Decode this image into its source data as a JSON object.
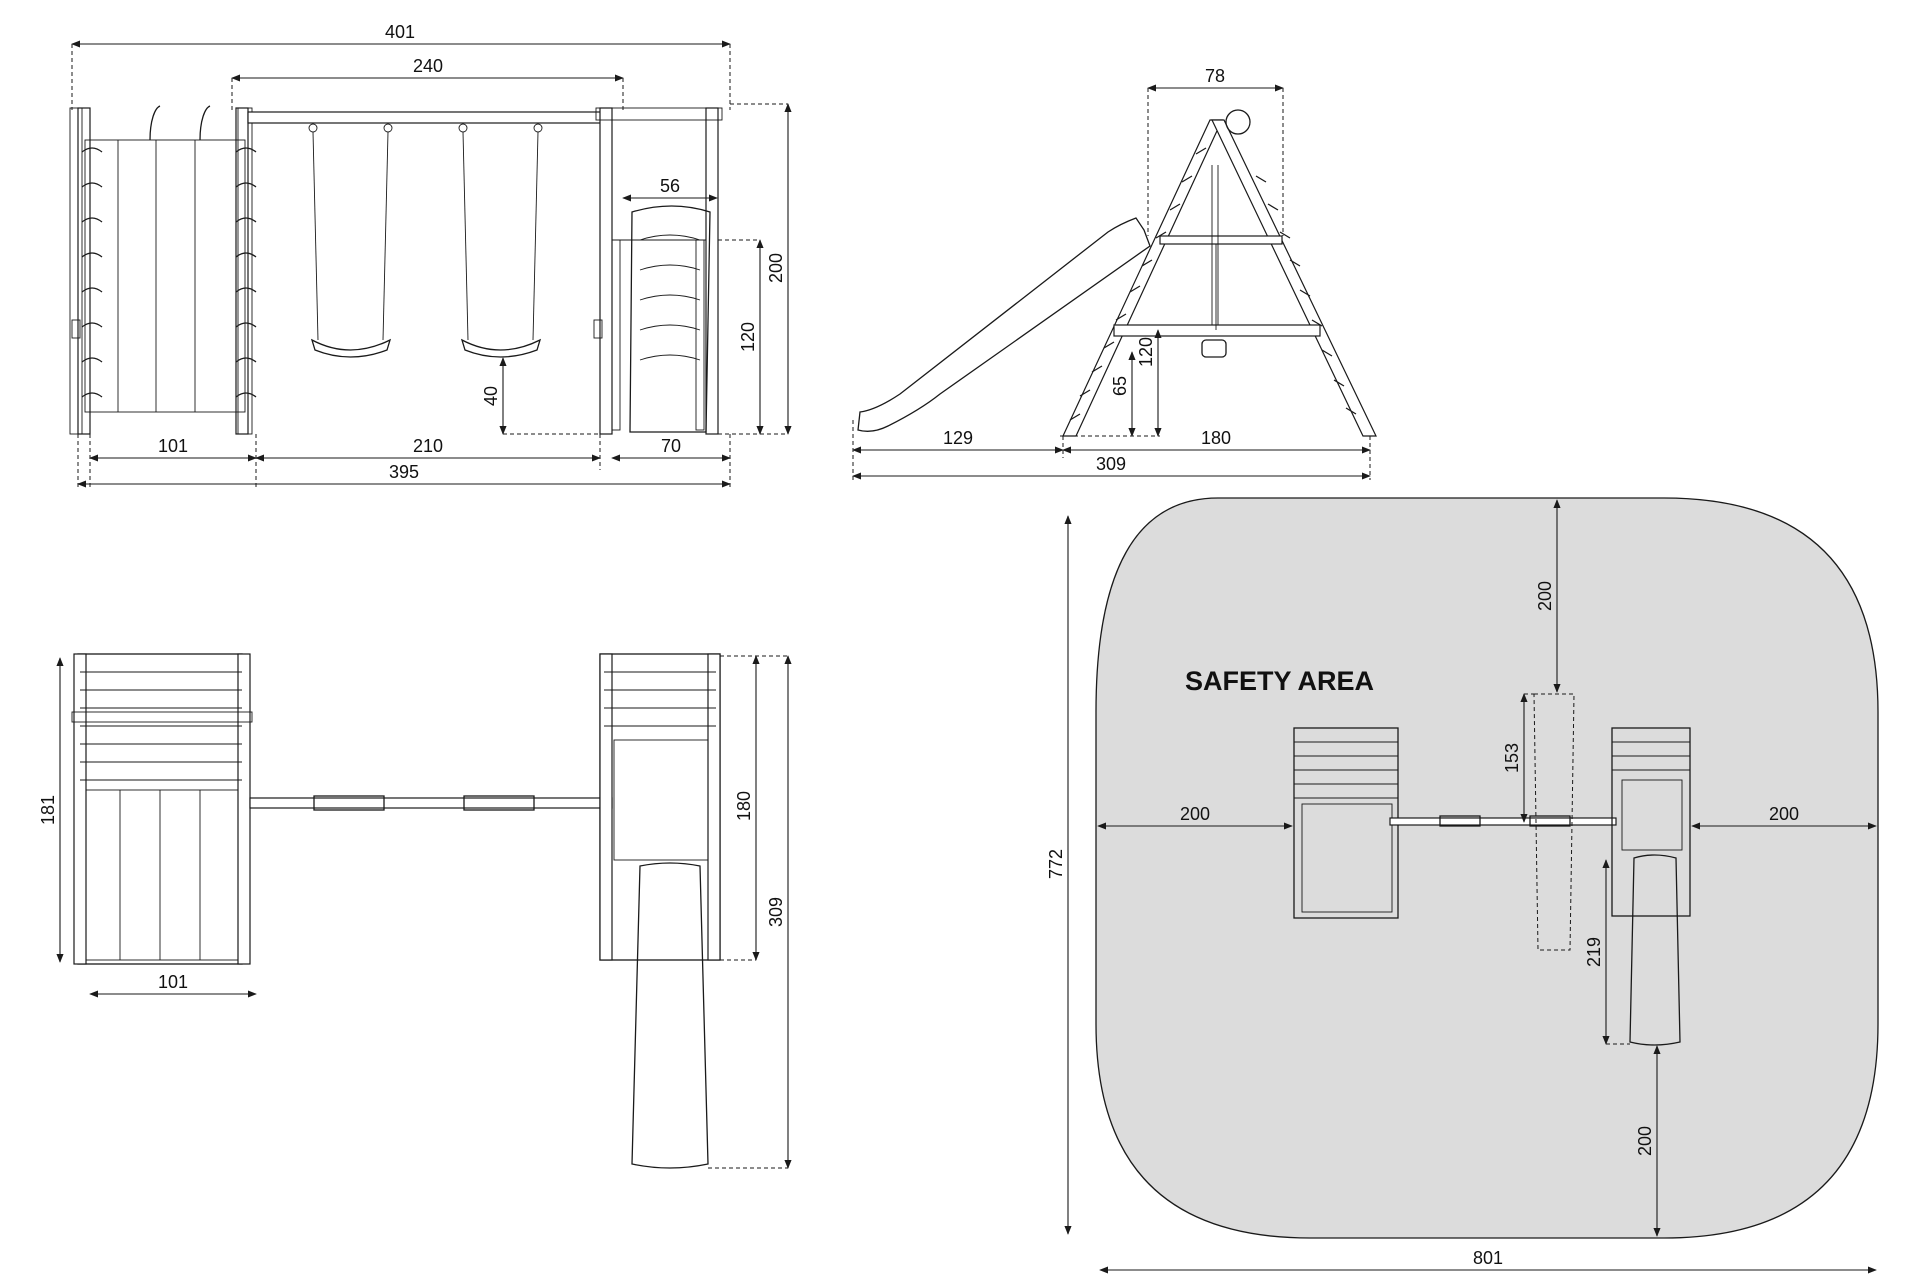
{
  "colors": {
    "line": "#1a1a1a",
    "safety_area_fill": "#dcdcdc",
    "background": "#ffffff"
  },
  "front_view": {
    "dims": {
      "overall_top": "401",
      "beam": "240",
      "slide_width": "56",
      "height_total": "200",
      "platform_height": "120",
      "seat_height": "40",
      "climb_width": "101",
      "swing_span": "210",
      "slide_base": "70",
      "overall_bottom": "395"
    }
  },
  "side_view": {
    "dims": {
      "top": "78",
      "platform_height": "120",
      "ladder_height": "65",
      "slide_run": "129",
      "a_frame_base": "180",
      "overall": "309"
    }
  },
  "top_view": {
    "dims": {
      "depth_left": "181",
      "width_left": "101",
      "depth_right": "180",
      "overall_right": "309"
    }
  },
  "safety_view": {
    "label": "SAFETY AREA",
    "dims": {
      "top": "200",
      "swing_depth": "153",
      "left": "200",
      "right": "200",
      "slide_length": "219",
      "bottom": "200",
      "height": "772",
      "width": "801"
    }
  }
}
